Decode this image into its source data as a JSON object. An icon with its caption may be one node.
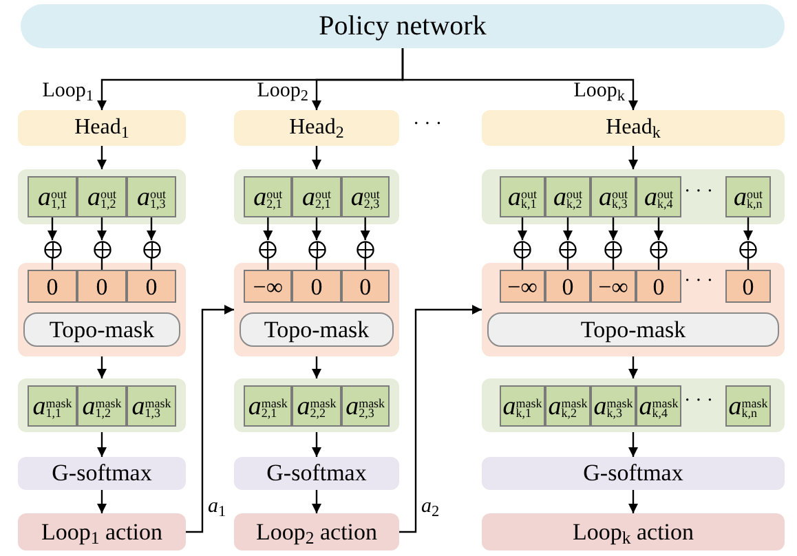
{
  "diagram": {
    "nodes": [
      {
        "text": [
          "Policy network"
        ]
      },
      {
        "text": [
          "Head$_{1}$"
        ]
      },
      {
        "text": [],
        "shape": "box"
      },
      {
        "text": [
          "*a*$_{1,1}$$^{out}$"
        ],
        "in": 2
      },
      {
        "text": [
          "*a*$_{1,2}$$^{out}$"
        ],
        "in": 2
      },
      {
        "text": [
          "*a*$_{1,3}$$^{out}$"
        ],
        "in": 2
      },
      {
        "text": [],
        "shape": "circle"
      },
      {
        "text": [],
        "shape": "circle"
      },
      {
        "text": [],
        "shape": "circle"
      },
      {
        "text": [],
        "shape": "box"
      },
      {
        "text": [
          "0"
        ],
        "in": 9
      },
      {
        "text": [
          "0"
        ],
        "in": 9
      },
      {
        "text": [
          "0"
        ],
        "in": 9
      },
      {
        "text": [
          "Topo-mask"
        ],
        "in": 9
      },
      {
        "text": [],
        "shape": "box"
      },
      {
        "text": [
          "*a*$_{1,1}$$^{mask}$"
        ],
        "in": 14
      },
      {
        "text": [
          "*a*$_{1,2}$$^{mask}$"
        ],
        "in": 14
      },
      {
        "text": [
          "*a*$_{1,3}$$^{mask}$"
        ],
        "in": 14
      },
      {
        "text": [
          "G-softmax"
        ]
      },
      {
        "text": [
          "Loop$_{1}$ action"
        ]
      },
      {
        "text": [
          "Head$_{2}$"
        ]
      },
      {
        "text": [],
        "shape": "box"
      },
      {
        "text": [
          "*a*$_{2,1}$$^{out}$"
        ],
        "in": 21
      },
      {
        "text": [
          "*a*$_{2,1}$$^{out}$"
        ],
        "in": 21
      },
      {
        "text": [
          "*a*$_{2,3}$$^{out}$"
        ],
        "in": 21
      },
      {
        "text": [],
        "shape": "circle"
      },
      {
        "text": [],
        "shape": "circle"
      },
      {
        "text": [],
        "shape": "circle"
      },
      {
        "text": [],
        "shape": "box"
      },
      {
        "text": [
          "−∞"
        ],
        "in": 28
      },
      {
        "text": [
          "0"
        ],
        "in": 28
      },
      {
        "text": [
          "0"
        ],
        "in": 28
      },
      {
        "text": [
          "Topo-mask"
        ],
        "in": 28
      },
      {
        "text": [],
        "shape": "box"
      },
      {
        "text": [
          "*a*$_{2,1}$$^{mask}$"
        ],
        "in": 33
      },
      {
        "text": [
          "*a*$_{2,2}$$^{mask}$"
        ],
        "in": 33
      },
      {
        "text": [
          "*a*$_{2,3}$$^{mask}$"
        ],
        "in": 33
      },
      {
        "text": [
          "G-softmax"
        ]
      },
      {
        "text": [
          "Loop$_{2}$ action"
        ]
      },
      {
        "text": [
          "Head$_{k}$"
        ]
      },
      {
        "text": [],
        "shape": "box"
      },
      {
        "text": [
          "*a*$_{k,1}$$^{out}$"
        ],
        "in": 40
      },
      {
        "text": [
          "*a*$_{k,2}$$^{out}$"
        ],
        "in": 40
      },
      {
        "text": [
          "*a*$_{k,3}$$^{out}$"
        ],
        "in": 40
      },
      {
        "text": [
          "*a*$_{k,4}$$^{out}$"
        ],
        "in": 40
      },
      {
        "text": [
          "*a*$_{k,n}$$^{out}$"
        ],
        "in": 40
      },
      {
        "text": [],
        "shape": "circle"
      },
      {
        "text": [],
        "shape": "circle"
      },
      {
        "text": [],
        "shape": "circle"
      },
      {
        "text": [],
        "shape": "circle"
      },
      {
        "text": [],
        "shape": "circle"
      },
      {
        "text": [],
        "shape": "box"
      },
      {
        "text": [
          "−∞"
        ],
        "in": 51
      },
      {
        "text": [
          "0"
        ],
        "in": 51
      },
      {
        "text": [
          "−∞"
        ],
        "in": 51
      },
      {
        "text": [
          "0"
        ],
        "in": 51
      },
      {
        "text": [
          "0"
        ],
        "in": 51
      },
      {
        "text": [
          "Topo-mask"
        ],
        "in": 51
      },
      {
        "text": [],
        "shape": "box"
      },
      {
        "text": [
          "*a*$_{k,1}$$^{mask}$"
        ],
        "in": 58
      },
      {
        "text": [
          "*a*$_{k,2}$$^{mask}$"
        ],
        "in": 58
      },
      {
        "text": [
          "*a*$_{k,3}$$^{mask}$"
        ],
        "in": 58
      },
      {
        "text": [
          "*a*$_{k,4}$$^{mask}$"
        ],
        "in": 58
      },
      {
        "text": [
          "*a*$_{k,n}$$^{mask}$"
        ],
        "in": 58
      },
      {
        "text": [
          "G-softmax"
        ]
      },
      {
        "text": [
          "Loop$_{k}$ action"
        ]
      }
    ],
    "edges": [
      {
        "from": 0,
        "to": 1,
        "arrow": "to",
        "label": "Loop$_{1}$"
      },
      {
        "from": 0,
        "to": 20,
        "arrow": "to",
        "label": "Loop$_{2}$"
      },
      {
        "from": 0,
        "to": 39,
        "arrow": "to",
        "label": "Loop$_{k}$"
      },
      {
        "from": 1,
        "to": 2,
        "arrow": "to"
      },
      {
        "from": 3,
        "to": 6,
        "arrow": "to"
      },
      {
        "from": 4,
        "to": 7,
        "arrow": "to"
      },
      {
        "from": 5,
        "to": 8,
        "arrow": "to"
      },
      {
        "from": 6,
        "to": 10,
        "arrow": "none"
      },
      {
        "from": 7,
        "to": 11,
        "arrow": "none"
      },
      {
        "from": 8,
        "to": 12,
        "arrow": "none"
      },
      {
        "from": 9,
        "to": 14,
        "arrow": "to"
      },
      {
        "from": 14,
        "to": 18,
        "arrow": "to"
      },
      {
        "from": 18,
        "to": 19,
        "arrow": "to"
      },
      {
        "from": 20,
        "to": 21,
        "arrow": "to"
      },
      {
        "from": 22,
        "to": 25,
        "arrow": "to"
      },
      {
        "from": 23,
        "to": 26,
        "arrow": "to"
      },
      {
        "from": 24,
        "to": 27,
        "arrow": "to"
      },
      {
        "from": 25,
        "to": 29,
        "arrow": "none"
      },
      {
        "from": 26,
        "to": 30,
        "arrow": "none"
      },
      {
        "from": 27,
        "to": 31,
        "arrow": "none"
      },
      {
        "from": 28,
        "to": 33,
        "arrow": "to"
      },
      {
        "from": 33,
        "to": 37,
        "arrow": "to"
      },
      {
        "from": 37,
        "to": 38,
        "arrow": "to"
      },
      {
        "from": 39,
        "to": 40,
        "arrow": "to"
      },
      {
        "from": 41,
        "to": 46,
        "arrow": "to"
      },
      {
        "from": 42,
        "to": 47,
        "arrow": "to"
      },
      {
        "from": 43,
        "to": 48,
        "arrow": "to"
      },
      {
        "from": 44,
        "to": 49,
        "arrow": "to"
      },
      {
        "from": 45,
        "to": 50,
        "arrow": "to"
      },
      {
        "from": 46,
        "to": 52,
        "arrow": "none"
      },
      {
        "from": 47,
        "to": 53,
        "arrow": "none"
      },
      {
        "from": 48,
        "to": 54,
        "arrow": "none"
      },
      {
        "from": 49,
        "to": 55,
        "arrow": "none"
      },
      {
        "from": 50,
        "to": 56,
        "arrow": "none"
      },
      {
        "from": 51,
        "to": 58,
        "arrow": "to"
      },
      {
        "from": 58,
        "to": 64,
        "arrow": "to"
      },
      {
        "from": 64,
        "to": 65,
        "arrow": "to"
      },
      {
        "from": 19,
        "to": 28,
        "arrow": "to",
        "label": "*a*$_{1}$"
      },
      {
        "from": 38,
        "to": 51,
        "arrow": "to",
        "label": "*a*$_{2}$"
      }
    ],
    "labels": [
      "· · ·",
      "· · ·",
      "· · ·",
      "· · ·"
    ]
  }
}
